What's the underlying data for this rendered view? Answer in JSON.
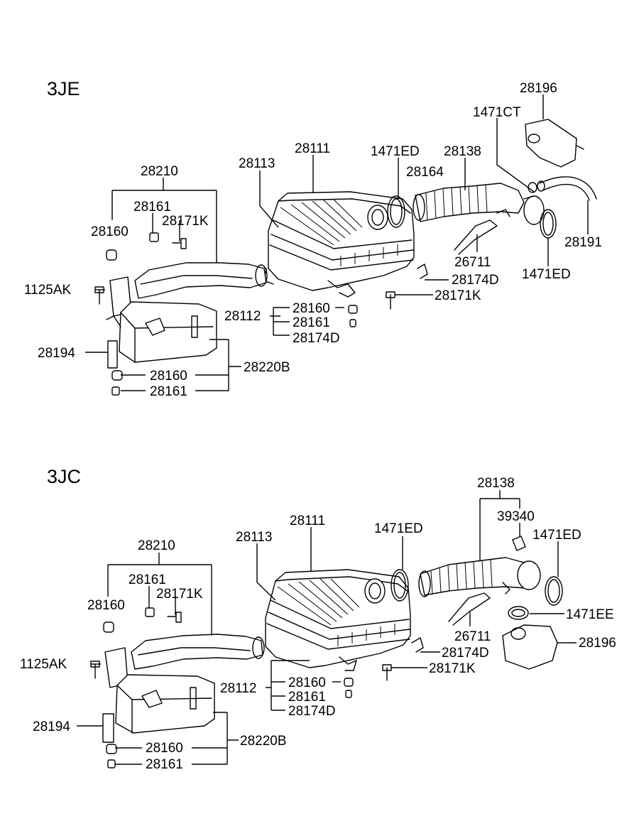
{
  "sections": [
    {
      "title": "3JE",
      "labels": {
        "p28196": "28196",
        "p1471CT": "1471CT",
        "p28111": "28111",
        "p1471ED_top": "1471ED",
        "p28138": "28138",
        "p28113": "28113",
        "p28164": "28164",
        "p28210": "28210",
        "p28161_top": "28161",
        "p28171K_top": "28171K",
        "p28160_top": "28160",
        "p26711": "26711",
        "p28191": "28191",
        "p1471ED_right": "1471ED",
        "p28174D_right": "28174D",
        "p1125AK": "1125AK",
        "p28171K_mid": "28171K",
        "p28160_mid": "28160",
        "p28112": "28112",
        "p28161_mid": "28161",
        "p28174D_mid": "28174D",
        "p28194": "28194",
        "p28160_bot": "28160",
        "p28220B": "28220B",
        "p28161_bot": "28161"
      }
    },
    {
      "title": "3JC",
      "labels": {
        "p28138": "28138",
        "p39340": "39340",
        "p28111": "28111",
        "p1471ED_left": "1471ED",
        "p1471ED_right": "1471ED",
        "p28113": "28113",
        "p28210": "28210",
        "p28161_top": "28161",
        "p28171K_top": "28171K",
        "p28160_top": "28160",
        "p1471EE": "1471EE",
        "p26711": "26711",
        "p28196": "28196",
        "p28174D_right": "28174D",
        "p1125AK": "1125AK",
        "p28171K_mid": "28171K",
        "p28160_mid": "28160",
        "p28112": "28112",
        "p28161_mid": "28161",
        "p28174D_mid": "28174D",
        "p28194": "28194",
        "p28160_bot": "28160",
        "p28220B": "28220B",
        "p28161_bot": "28161"
      }
    }
  ]
}
